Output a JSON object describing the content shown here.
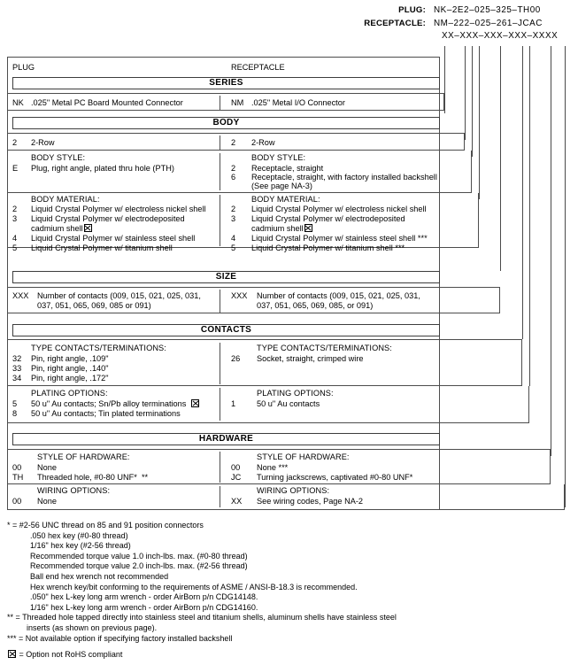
{
  "header": {
    "plug_label": "PLUG:",
    "plug_value": "NK–2E2–025–325–TH00",
    "receptacle_label": "RECEPTACLE:",
    "receptacle_value": "NM–222–025–261–JCAC",
    "template": "XX–XXX–XXX–XXX–XXXX"
  },
  "columns": {
    "left": "PLUG",
    "right": "RECEPTACLE"
  },
  "sections": [
    {
      "title": "SERIES"
    },
    {
      "title": "BODY"
    },
    {
      "title": "SIZE"
    },
    {
      "title": "CONTACTS"
    },
    {
      "title": "HARDWARE"
    }
  ],
  "series": {
    "plug": {
      "code": "NK",
      "desc": ".025\" Metal PC Board Mounted Connector"
    },
    "receptacle": {
      "code": "NM",
      "desc": ".025\" Metal I/O Connector"
    }
  },
  "row_count": {
    "plug": {
      "code": "2",
      "desc": "2-Row"
    },
    "receptacle": {
      "code": "2",
      "desc": "2-Row"
    }
  },
  "body_style": {
    "heading": "BODY STYLE:",
    "plug": [
      {
        "code": "E",
        "desc": "Plug, right angle, plated thru hole (PTH)"
      }
    ],
    "receptacle": [
      {
        "code": "2",
        "desc": "Receptacle, straight"
      },
      {
        "code": "6",
        "desc": "Receptacle, straight, with factory installed backshell"
      },
      {
        "code": "",
        "desc": "(See page NA-3)"
      }
    ]
  },
  "body_material": {
    "heading": "BODY MATERIAL:",
    "plug": [
      {
        "code": "2",
        "desc": "Liquid Crystal Polymer w/ electroless nickel shell",
        "rohs": false,
        "stars": ""
      },
      {
        "code": "3",
        "desc": "Liquid Crystal Polymer w/ electrodeposited",
        "rohs": false,
        "stars": ""
      },
      {
        "code": "",
        "desc": "cadmium shell",
        "rohs": true,
        "stars": ""
      },
      {
        "code": "4",
        "desc": "Liquid Crystal Polymer w/ stainless steel shell",
        "rohs": false,
        "stars": ""
      },
      {
        "code": "5",
        "desc": "Liquid Crystal Polymer w/ titanium shell",
        "rohs": false,
        "stars": ""
      }
    ],
    "receptacle": [
      {
        "code": "2",
        "desc": "Liquid Crystal Polymer w/ electroless nickel shell",
        "rohs": false,
        "stars": ""
      },
      {
        "code": "3",
        "desc": "Liquid Crystal Polymer w/ electrodeposited",
        "rohs": false,
        "stars": ""
      },
      {
        "code": "",
        "desc": "cadmium shell",
        "rohs": true,
        "stars": ""
      },
      {
        "code": "4",
        "desc": "Liquid Crystal Polymer w/ stainless steel shell",
        "rohs": false,
        "stars": "***"
      },
      {
        "code": "5",
        "desc": "Liquid Crystal Polymer w/ titanium shell",
        "rohs": false,
        "stars": "***"
      }
    ]
  },
  "size": {
    "plug": {
      "code": "XXX",
      "line1": "Number of contacts (009, 015, 021, 025, 031,",
      "line2": "037, 051, 065, 069, 085 or 091)"
    },
    "receptacle": {
      "code": "XXX",
      "line1": "Number of contacts (009, 015, 021, 025, 031,",
      "line2": "037, 051, 065, 069, 085, or 091)"
    }
  },
  "contact_type": {
    "heading": "TYPE CONTACTS/TERMINATIONS:",
    "plug": [
      {
        "code": "32",
        "desc": "Pin, right angle, .109\""
      },
      {
        "code": "33",
        "desc": "Pin, right angle, .140\""
      },
      {
        "code": "34",
        "desc": "Pin, right angle, .172\""
      }
    ],
    "receptacle": [
      {
        "code": "26",
        "desc": "Socket, straight, crimped wire"
      }
    ]
  },
  "plating": {
    "heading": "PLATING OPTIONS:",
    "plug": [
      {
        "code": "5",
        "desc": "50 u\" Au contacts; Sn/Pb alloy terminations",
        "rohs": true
      },
      {
        "code": "8",
        "desc": "50 u\" Au contacts; Tin plated terminations",
        "rohs": false
      }
    ],
    "receptacle": [
      {
        "code": "1",
        "desc": "50 u\" Au contacts",
        "rohs": false
      }
    ]
  },
  "hardware_style": {
    "heading": "STYLE OF HARDWARE:",
    "plug": [
      {
        "code": "00",
        "desc": "None"
      },
      {
        "code": "TH",
        "desc": "Threaded hole, #0-80 UNF*  **"
      }
    ],
    "receptacle": [
      {
        "code": "00",
        "desc": "None ***"
      },
      {
        "code": "JC",
        "desc": "Turning jackscrews, captivated #0-80 UNF*"
      }
    ]
  },
  "wiring": {
    "heading": "WIRING OPTIONS:",
    "plug": [
      {
        "code": "00",
        "desc": "None"
      }
    ],
    "receptacle": [
      {
        "code": "XX",
        "desc": "See wiring codes, Page NA-2"
      }
    ]
  },
  "notes": {
    "star1": "* = #2-56 UNC thread on 85 and 91 position connectors",
    "star1_sub": [
      ".050 hex key (#0-80 thread)",
      "1/16\" hex key (#2-56 thread)",
      "Recommended torque value 1.0 inch-lbs. max. (#0-80 thread)",
      "Recommended torque value 2.0 inch-lbs. max. (#2-56 thread)",
      "Ball end hex wrench not recommended",
      "Hex wrench key/bit conforming to the requirements of ASME / ANSI-B-18.3 is recommended.",
      ".050\" hex L-key long arm wrench - order AirBorn p/n CDG14148.",
      "1/16\" hex L-key long arm wrench - order AirBorn p/n CDG14160."
    ],
    "star2": "** = Threaded hole tapped directly into stainless steel and titanium shells, aluminum shells have stainless steel",
    "star2_cont": "inserts (as shown on previous page).",
    "star3": "*** = Not available option if specifying factory installed backshell",
    "rohs_note": "= Option not RoHS compliant"
  }
}
